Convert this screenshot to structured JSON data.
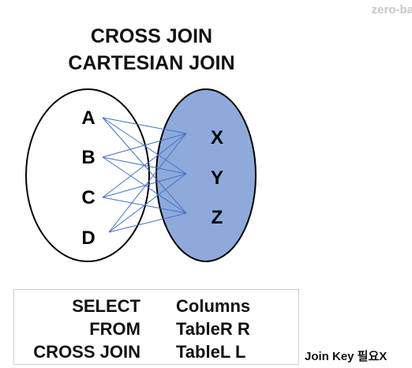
{
  "watermark": "zero-ba",
  "title": {
    "line1": "CROSS JOIN",
    "line2": "CARTESIAN JOIN"
  },
  "sets": {
    "left": {
      "items": [
        "A",
        "B",
        "C",
        "D"
      ],
      "fill": "#ffffff",
      "stroke": "#000000"
    },
    "right": {
      "items": [
        "X",
        "Y",
        "Z"
      ],
      "fill": "#8eaadb",
      "stroke": "#000000"
    },
    "connector_color": "#4472c4"
  },
  "sql": [
    {
      "keyword": "SELECT",
      "argument": "Columns"
    },
    {
      "keyword": "FROM",
      "argument": "TableR R"
    },
    {
      "keyword": "CROSS JOIN",
      "argument": "TableL L"
    }
  ],
  "note": "Join Key 필요X"
}
